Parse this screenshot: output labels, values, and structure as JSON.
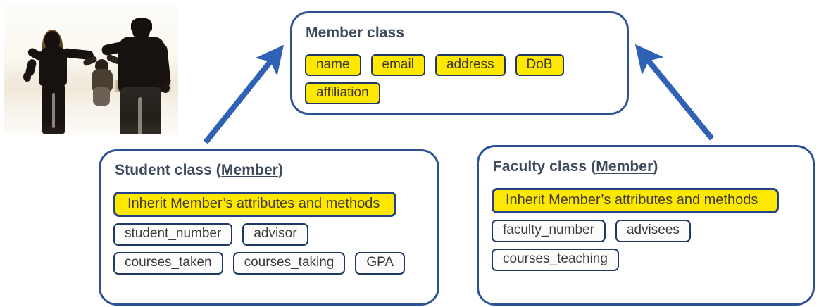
{
  "diagram": {
    "type": "uml-inheritance",
    "accent_color": "#2e5395",
    "highlight_color": "#ffe800",
    "pill_border_color": "#1f3864",
    "title_color": "#3d4a5c",
    "arrow_color": "#2f62b5"
  },
  "photo": {
    "alt": "family-silhouette-photo"
  },
  "member_class": {
    "title": "Member class",
    "rows": [
      [
        "name",
        "email",
        "address",
        "DoB"
      ],
      [
        "affiliation"
      ]
    ]
  },
  "student_class": {
    "title_prefix": "Student class (",
    "base_class": "Member",
    "title_suffix": ")",
    "inherit_label": "Inherit Member’s attributes and methods",
    "rows": [
      [
        "student_number",
        "advisor"
      ],
      [
        "courses_taken",
        "courses_taking",
        "GPA"
      ]
    ]
  },
  "faculty_class": {
    "title_prefix": "Faculty class (",
    "base_class": "Member",
    "title_suffix": ")",
    "inherit_label": "Inherit Member’s attributes and methods",
    "rows": [
      [
        "faculty_number",
        "advisees"
      ],
      [
        "courses_teaching"
      ]
    ]
  },
  "arrows": [
    {
      "name": "student-inherits-member",
      "from": "student_class",
      "to": "member_class"
    },
    {
      "name": "faculty-inherits-member",
      "from": "faculty_class",
      "to": "member_class"
    }
  ]
}
